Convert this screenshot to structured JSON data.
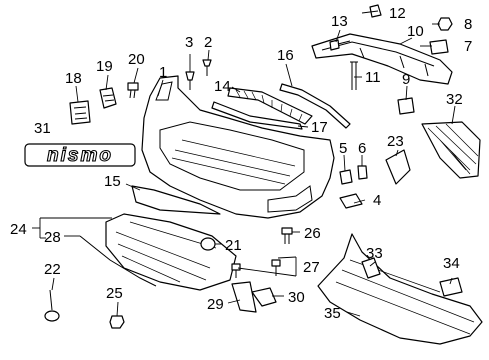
{
  "diagram": {
    "callouts": [
      {
        "id": "c1",
        "text": "1"
      },
      {
        "id": "c2",
        "text": "2"
      },
      {
        "id": "c3",
        "text": "3"
      },
      {
        "id": "c4",
        "text": "4"
      },
      {
        "id": "c5",
        "text": "5"
      },
      {
        "id": "c6",
        "text": "6"
      },
      {
        "id": "c7",
        "text": "7"
      },
      {
        "id": "c8",
        "text": "8"
      },
      {
        "id": "c9",
        "text": "9"
      },
      {
        "id": "c10",
        "text": "10"
      },
      {
        "id": "c11",
        "text": "11"
      },
      {
        "id": "c12",
        "text": "12"
      },
      {
        "id": "c13",
        "text": "13"
      },
      {
        "id": "c14",
        "text": "14"
      },
      {
        "id": "c15",
        "text": "15"
      },
      {
        "id": "c16",
        "text": "16"
      },
      {
        "id": "c17",
        "text": "17"
      },
      {
        "id": "c18",
        "text": "18"
      },
      {
        "id": "c19",
        "text": "19"
      },
      {
        "id": "c20",
        "text": "20"
      },
      {
        "id": "c21",
        "text": "21"
      },
      {
        "id": "c22",
        "text": "22"
      },
      {
        "id": "c23",
        "text": "23"
      },
      {
        "id": "c24",
        "text": "24"
      },
      {
        "id": "c25",
        "text": "25"
      },
      {
        "id": "c26",
        "text": "26"
      },
      {
        "id": "c27",
        "text": "27"
      },
      {
        "id": "c28",
        "text": "28"
      },
      {
        "id": "c29",
        "text": "29"
      },
      {
        "id": "c30",
        "text": "30"
      },
      {
        "id": "c31",
        "text": "31"
      },
      {
        "id": "c32",
        "text": "32"
      },
      {
        "id": "c33",
        "text": "33"
      },
      {
        "id": "c34",
        "text": "34"
      },
      {
        "id": "c35",
        "text": "35"
      }
    ],
    "emblem_text": "nismo"
  }
}
